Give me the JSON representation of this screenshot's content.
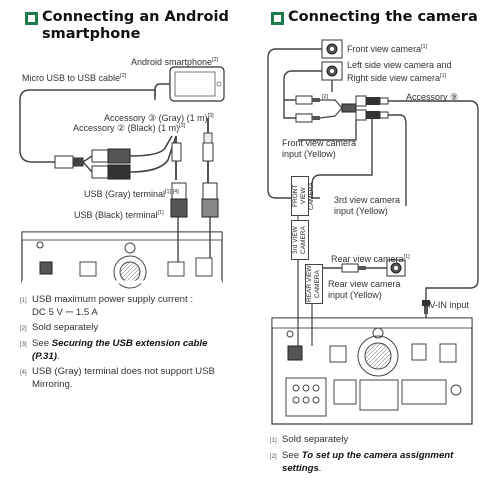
{
  "left": {
    "heading_line1": "Connecting an Android",
    "heading_line2": "smartphone",
    "labels": {
      "android": "Android smartphone",
      "android_ref": "[2]",
      "micro_usb": "Micro USB to USB cable",
      "micro_usb_ref": "[2]",
      "acc3": "Accessory ③ (Gray) (1 m)",
      "acc3_ref": "[3]",
      "acc2": "Accessory ② (Black) (1 m)",
      "acc2_ref": "[3]",
      "usb_gray": "USB (Gray) terminal",
      "usb_gray_ref": "[1] [4]",
      "usb_black": "USB (Black) terminal",
      "usb_black_ref": "[1]"
    },
    "notes": [
      {
        "mark": "[1]",
        "line1": "USB maximum power supply current :",
        "line2": "DC 5 V ⎓ 1.5 A"
      },
      {
        "mark": "[2]",
        "line1": "Sold separately"
      },
      {
        "mark": "[3]",
        "prefix": "See ",
        "bold": "Securing the USB extension cable",
        "bold2": "(P.31)",
        "suffix": "."
      },
      {
        "mark": "[4]",
        "line1": "USB (Gray) terminal does not support USB",
        "line2": "Mirroring."
      }
    ]
  },
  "right": {
    "heading": "Connecting the camera",
    "labels": {
      "front_cam": "Front view camera",
      "front_cam_ref": "[1]",
      "side_cam1": "Left side view camera and",
      "side_cam2": "Right side view camera",
      "side_cam_ref": "[1]",
      "ref2": "[2]",
      "acc9": "Accessory ⑨",
      "front_input1": "Front view camera",
      "front_input2": "input (Yellow)",
      "third_input1": "3rd view camera",
      "third_input2": "input (Yellow)",
      "rear_cam": "Rear view camera",
      "rear_cam_ref": "[1]",
      "rear_input1": "Rear view camera",
      "rear_input2": "input (Yellow)",
      "avin": "AV-IN input",
      "tag_front1": "FRONT VIEW",
      "tag_front2": "CAMERA",
      "tag_3rd1": "3rd VIEW",
      "tag_3rd2": "CAMERA",
      "tag_rear1": "REAR VIEW",
      "tag_rear2": "CAMERA"
    },
    "notes": [
      {
        "mark": "[1]",
        "line1": "Sold separately"
      },
      {
        "mark": "[2]",
        "prefix": "See ",
        "bold": "To set up the camera assignment",
        "bold2": "settings",
        "suffix": "."
      }
    ]
  }
}
